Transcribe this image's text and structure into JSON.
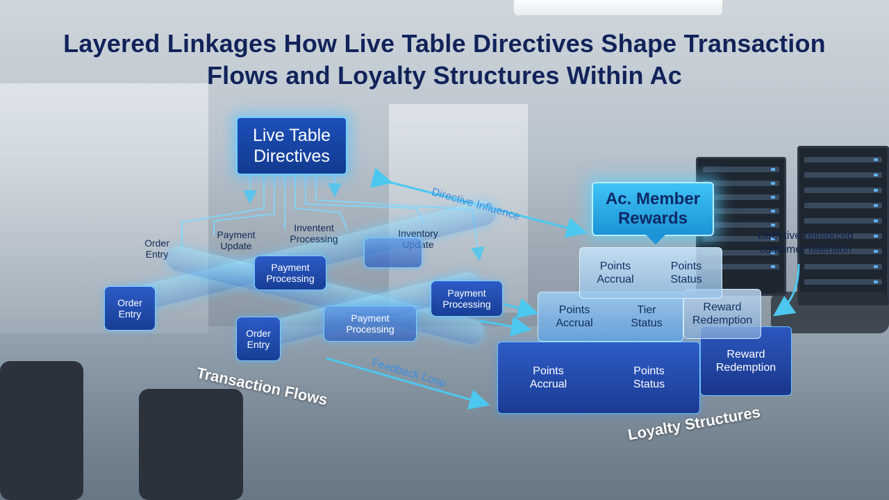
{
  "title": "Layered Linkages How Live Table Directives Shape Transaction Flows and Loyalty Structures Within Ac",
  "directives_box": {
    "line1": "Live Table",
    "line2": "Directives"
  },
  "member_box": {
    "line1": "Ac. Member",
    "line2": "Rewards"
  },
  "flow_labels": [
    {
      "l1": "Order",
      "l2": "Entry"
    },
    {
      "l1": "Payment",
      "l2": "Update"
    },
    {
      "l1": "Inventent",
      "l2": "Processing"
    },
    {
      "l1": "Inventory",
      "l2": "Update"
    }
  ],
  "flow_nodes": [
    {
      "l1": "Order",
      "l2": "Entry"
    },
    {
      "l1": "Payment",
      "l2": "Processing"
    },
    {
      "l1": "Payment",
      "l2": "Processing"
    },
    {
      "l1": "Order",
      "l2": "Entry"
    },
    {
      "l1": "Payment",
      "l2": "Processing"
    }
  ],
  "section_labels": {
    "transactions": "Transaction Flows",
    "loyalty": "Loyalty Structures"
  },
  "arrows": {
    "directive_influence": "Directive Influence",
    "feedback_loop": "Feedback Loop"
  },
  "side_note": {
    "line1": "Directive reinforced",
    "line2": "customer retention"
  },
  "pyramid": {
    "top": [
      {
        "l1": "Points",
        "l2": "Accrual"
      },
      {
        "l1": "Points",
        "l2": "Status"
      }
    ],
    "middle": [
      {
        "l1": "Points",
        "l2": "Accrual"
      },
      {
        "l1": "Tier",
        "l2": "Status"
      }
    ],
    "middle_side": {
      "l1": "Reward",
      "l2": "Redemption"
    },
    "bottom": [
      {
        "l1": "Points",
        "l2": "Accrual"
      },
      {
        "l1": "Points",
        "l2": "Status"
      }
    ],
    "bottom_side": {
      "l1": "Reward",
      "l2": "Redemption"
    }
  },
  "colors": {
    "title": "#12235a",
    "glow": "#6fd2ff",
    "node": "#1f4aae",
    "arrow": "#4cc8f0"
  }
}
